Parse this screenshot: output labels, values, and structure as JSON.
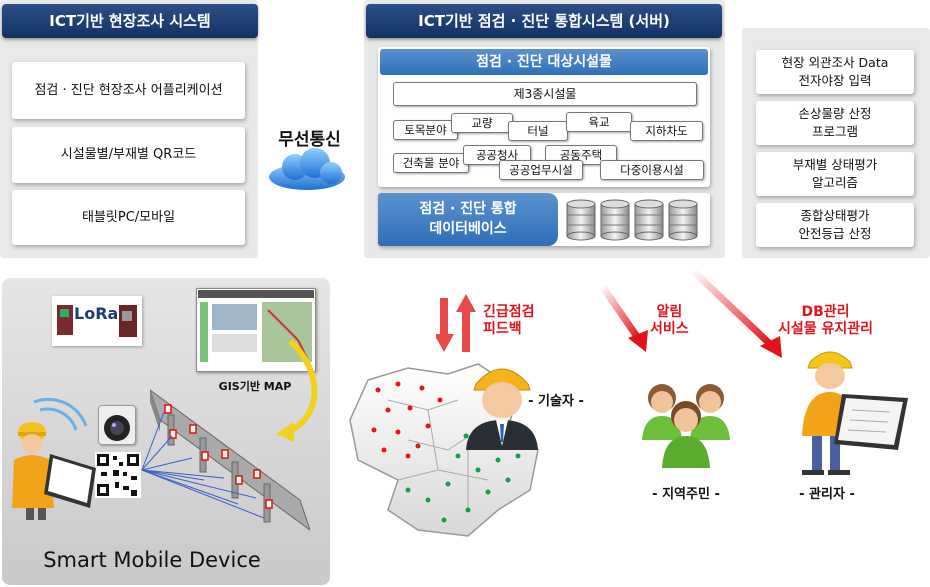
{
  "left_system": {
    "title": "ICT기반 현장조사 시스템",
    "items": [
      "점검 · 진단 현장조사 어플리케이션",
      "시설물별/부재별 QR코드",
      "태블릿PC/모바일"
    ]
  },
  "wireless": {
    "label": "무선통신"
  },
  "server": {
    "title": "ICT기반 점검 · 진단 통합시스템 (서버)",
    "targets_title": "점검 · 진단 대상시설물",
    "class3": "제3종시설물",
    "categories": [
      "토목분야",
      "교량",
      "터널",
      "육교",
      "지하차도",
      "건축물 분야",
      "공공청사",
      "공동주택",
      "공공업무시설",
      "다중이용시설"
    ],
    "database": "점검 · 진단 통합\n데이터베이스"
  },
  "functions": {
    "items": [
      "현장 외관조사 Data\n전자야장 입력",
      "손상물량 산정\n프로그램",
      "부재별 상태평가\n알고리즘",
      "종합상태평가\n안전등급 산정"
    ]
  },
  "mobile": {
    "lora": "LoRa",
    "gis": "GIS기반 MAP",
    "caption": "Smart Mobile Device"
  },
  "flows": {
    "feedback": "긴급점검\n피드백",
    "alert": "알림\n서비스",
    "db": "DB관리\n시설물 유지관리"
  },
  "roles": {
    "engineer": "- 기술자 -",
    "residents": "- 지역주민 -",
    "manager": "- 관리자 -"
  },
  "colors": {
    "header": "#1c3d72",
    "accent_blue": "#3a78c2",
    "alert_red": "#e3131b"
  }
}
